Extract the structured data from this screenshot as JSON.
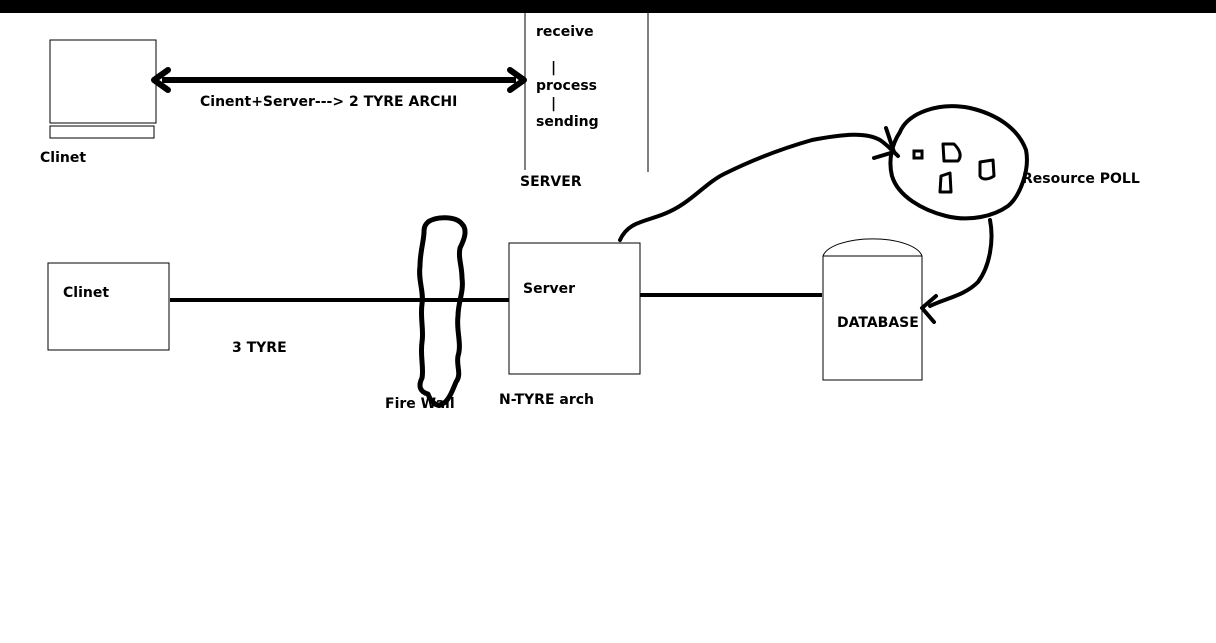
{
  "diagram": {
    "two_tier": {
      "client_label": "Clinet",
      "arrow_label": "Cinent+Server---> 2 TYRE ARCHI",
      "server_steps": [
        "receive",
        "|",
        "process",
        "|",
        "sending"
      ],
      "server_label": "SERVER"
    },
    "three_tier": {
      "client_label": "Clinet",
      "tier_label": "3 TYRE",
      "firewall_label": "Fire Wall",
      "server_label": "Server",
      "arch_label": "N-TYRE arch",
      "database_label": "DATABASE",
      "resource_pool_label": "Resource POLL"
    }
  },
  "colors": {
    "background": "#ffffff",
    "ink": "#000000"
  }
}
